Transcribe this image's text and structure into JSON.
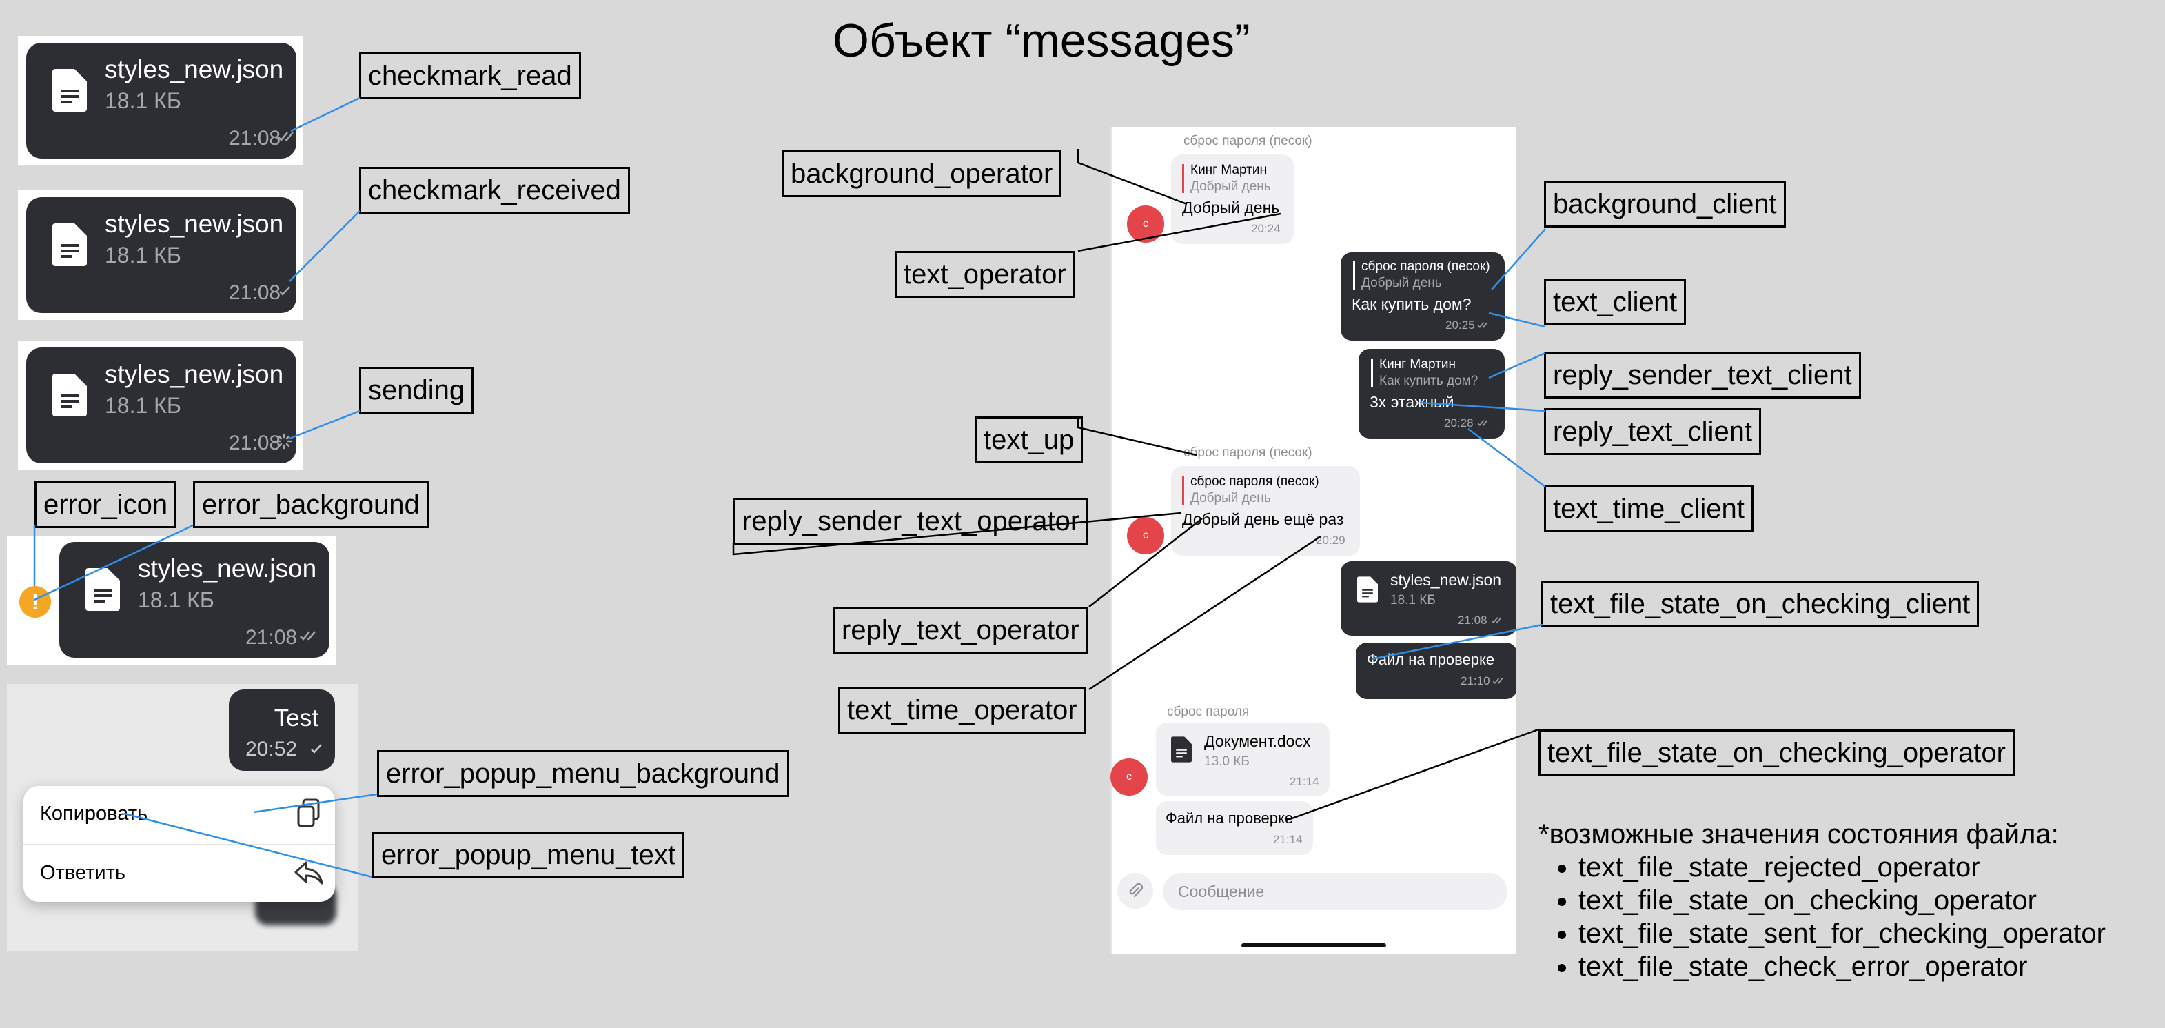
{
  "title": "Объект “messages”",
  "file_card": {
    "name": "styles_new.json",
    "size": "18.1 КБ",
    "time": "21:08"
  },
  "left_bubble": {
    "text": "Test",
    "time": "20:52"
  },
  "popup_menu": {
    "items": [
      {
        "label": "Копировать",
        "icon": "copy-icon"
      },
      {
        "label": "Ответить",
        "icon": "reply-icon"
      }
    ]
  },
  "labels": {
    "checkmark_read": "checkmark_read",
    "checkmark_received": "checkmark_received",
    "sending": "sending",
    "error_icon": "error_icon",
    "error_background": "error_background",
    "error_popup_menu_background": "error_popup_menu_background",
    "error_popup_menu_text": "error_popup_menu_text",
    "background_operator": "background_operator",
    "text_operator": "text_operator",
    "text_up": "text_up",
    "reply_sender_text_operator": "reply_sender_text_operator",
    "reply_text_operator": "reply_text_operator",
    "text_time_operator": "text_time_operator",
    "background_client": "background_client",
    "text_client": "text_client",
    "reply_sender_text_client": "reply_sender_text_client",
    "reply_text_client": "reply_text_client",
    "text_time_client": "text_time_client",
    "text_file_state_on_checking_client": "text_file_state_on_checking_client",
    "text_file_state_on_checking_operator": "text_file_state_on_checking_operator"
  },
  "chat": {
    "m1": {
      "up": "сброс пароля (песок)",
      "reply_sender": "Кинг Мартин",
      "reply_text": "Добрый день",
      "text": "Добрый день",
      "time": "20:24",
      "avatar": "с"
    },
    "m2": {
      "reply_sender": "сброс пароля (песок)",
      "reply_text": "Добрый день",
      "text": "Как купить дом?",
      "time": "20:25"
    },
    "m3": {
      "reply_sender": "Кинг Мартин",
      "reply_text": "Как купить дом?",
      "text": "3х этажный",
      "time": "20:28"
    },
    "m4": {
      "up": "сброс пароля (песок)",
      "reply_sender": "сброс пароля (песок)",
      "reply_text": "Добрый день",
      "text": "Добрый день ещё раз",
      "time": "20:29",
      "avatar": "с"
    },
    "m5": {
      "name": "styles_new.json",
      "size": "18.1 КБ",
      "time": "21:08",
      "state": "Файл на проверке",
      "state_time": "21:10"
    },
    "m6": {
      "up": "сброс пароля",
      "name": "Документ.docx",
      "size": "13.0 КБ",
      "time": "21:14",
      "state": "Файл на проверке",
      "state_time": "21:14",
      "avatar": "с"
    },
    "input_placeholder": "Сообщение"
  },
  "note": {
    "heading": "*возможные значения состояния файла:",
    "items": [
      "text_file_state_rejected_operator",
      "text_file_state_on_checking_operator",
      "text_file_state_sent_for_checking_operator",
      "text_file_state_check_error_operator"
    ]
  },
  "colors": {
    "background": "#d9d9d9",
    "bubble_dark": "#2c2e33",
    "bubble_light": "#f0f0f3",
    "avatar": "#e3454b",
    "warning": "#f5a623",
    "connector_blue": "#2f8fe8"
  }
}
